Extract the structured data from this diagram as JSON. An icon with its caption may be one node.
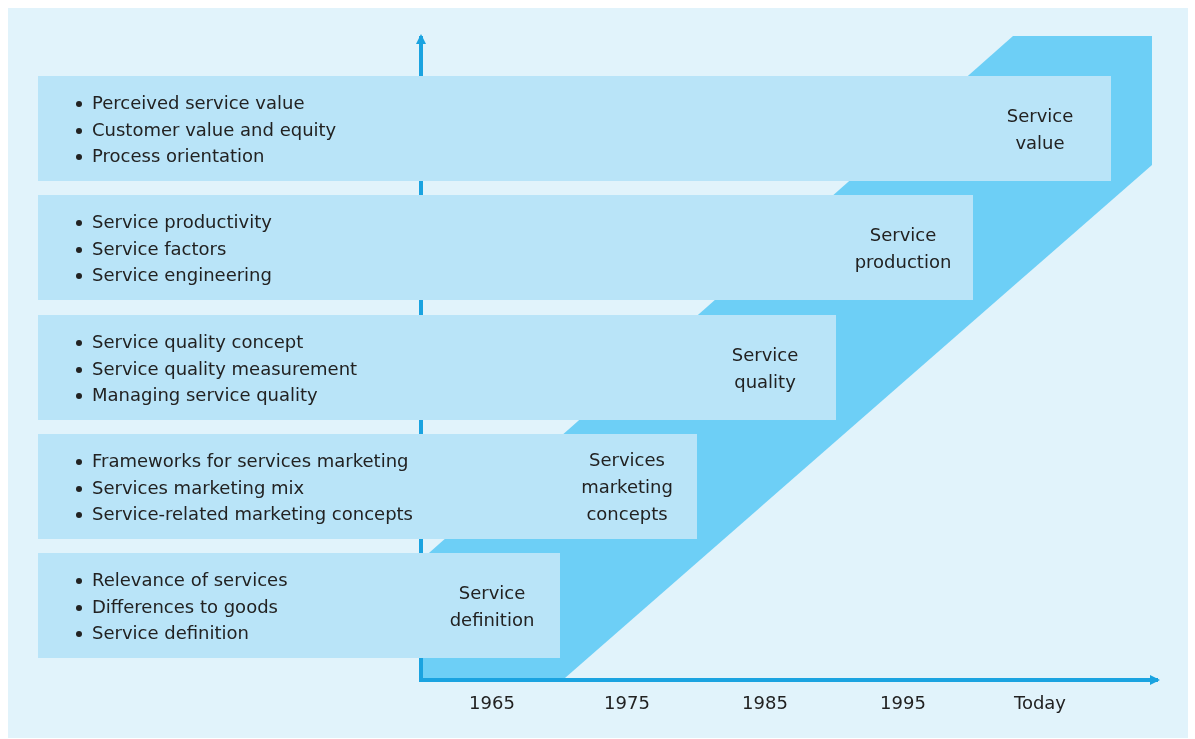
{
  "diagram": {
    "nodes": [
      {
        "text": [
          "Perceived service value",
          "Customer value and equity",
          "Process orientation",
          "Service value"
        ]
      },
      {
        "text": [
          "Service productivity",
          "Service factors",
          "Service engineering",
          "Service production"
        ]
      },
      {
        "text": [
          "Service quality concept",
          "Service quality measurement",
          "Managing service quality",
          "Service quality"
        ]
      },
      {
        "text": [
          "Frameworks for services marketing",
          "Services marketing mix",
          "Service-related marketing concepts",
          "Services marketing concepts"
        ]
      },
      {
        "text": [
          "Relevance of services",
          "Differences to goods",
          "Service definition",
          "Service definition"
        ]
      }
    ],
    "edges": [],
    "labels": [
      "1965",
      "1975",
      "1985",
      "1995",
      "Today"
    ]
  }
}
